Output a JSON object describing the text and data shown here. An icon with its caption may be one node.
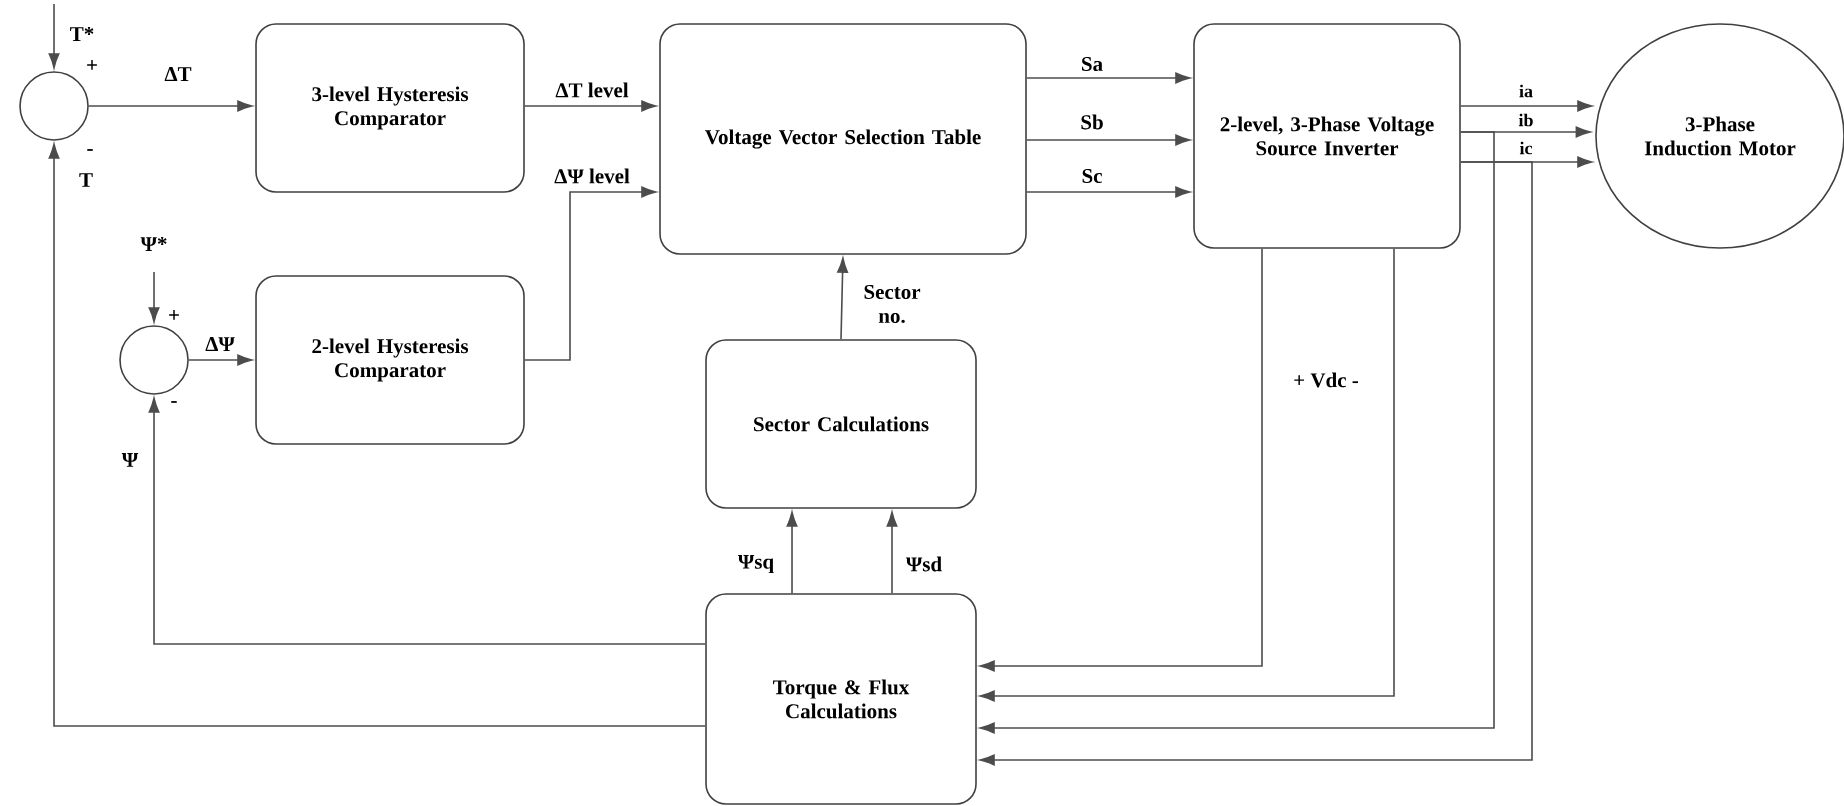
{
  "diagram": {
    "nodes": [
      {
        "text": [],
        "shape": "circle"
      },
      {
        "text": [
          "3-level Hysteresis Comparator"
        ]
      },
      {
        "text": [
          "Voltage Vector Selection Table"
        ]
      },
      {
        "text": [
          "2-level, 3-Phase Voltage Source Inverter"
        ]
      },
      {
        "text": [
          "3-Phase Induction Motor"
        ]
      },
      {
        "text": [],
        "shape": "circle"
      },
      {
        "text": [
          "2-level Hysteresis Comparator"
        ]
      },
      {
        "text": [
          "Sector Calculations"
        ]
      },
      {
        "text": [
          "Torque & Flux Calculations"
        ]
      }
    ],
    "edges": [
      {
        "from": null,
        "to": 0,
        "arrow": "to",
        "label": "T*"
      },
      {
        "from": 0,
        "to": 1,
        "arrow": "to",
        "label": "ΔT"
      },
      {
        "from": 1,
        "to": 2,
        "arrow": "to",
        "label": "ΔT level"
      },
      {
        "from": 6,
        "to": 2,
        "arrow": "to",
        "label": "ΔΨ level"
      },
      {
        "from": 5,
        "to": 6,
        "arrow": "to",
        "label": "ΔΨ"
      },
      {
        "from": null,
        "to": 5,
        "arrow": "to",
        "label": "Ψ*"
      },
      {
        "from": 2,
        "to": 3,
        "arrow": "to",
        "label": "Sa"
      },
      {
        "from": 2,
        "to": 3,
        "arrow": "to",
        "label": "Sb"
      },
      {
        "from": 2,
        "to": 3,
        "arrow": "to",
        "label": "Sc"
      },
      {
        "from": 3,
        "to": 4,
        "arrow": "to",
        "label": "ia"
      },
      {
        "from": 3,
        "to": 4,
        "arrow": "to",
        "label": "ib"
      },
      {
        "from": 3,
        "to": 4,
        "arrow": "to",
        "label": "ic"
      },
      {
        "from": 8,
        "to": 7,
        "arrow": "to",
        "label": "Ψsq"
      },
      {
        "from": 8,
        "to": 7,
        "arrow": "to",
        "label": "Ψsd"
      },
      {
        "from": 7,
        "to": 2,
        "arrow": "to",
        "label": "Sector no."
      },
      {
        "from": 8,
        "to": 0,
        "arrow": "to",
        "label": "T"
      },
      {
        "from": 8,
        "to": 5,
        "arrow": "to",
        "label": "Ψ"
      },
      {
        "from": 3,
        "to": 8,
        "arrow": "to"
      },
      {
        "from": 3,
        "to": 8,
        "arrow": "to"
      },
      {
        "from": 3,
        "to": 8,
        "arrow": "to"
      },
      {
        "from": 3,
        "to": 8,
        "arrow": "to"
      }
    ],
    "labels": [
      "+",
      "-",
      "+",
      "-",
      "+ Vdc -"
    ]
  }
}
